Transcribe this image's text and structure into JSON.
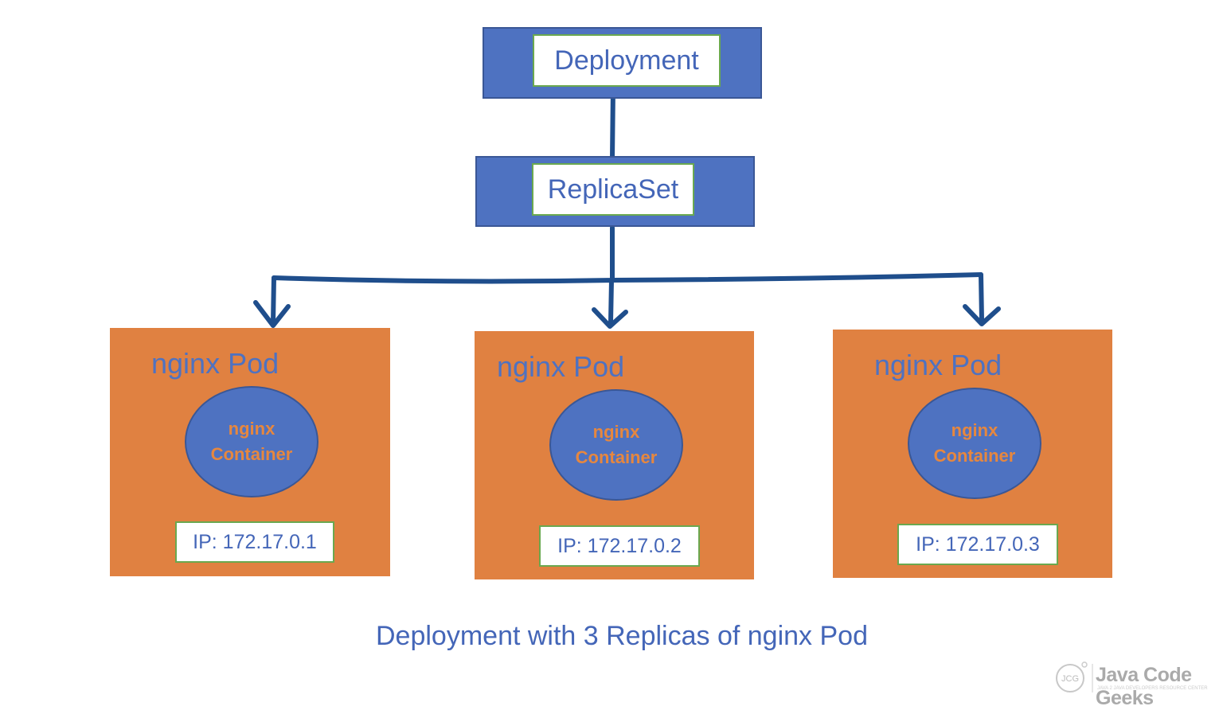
{
  "deployment": {
    "label": "Deployment"
  },
  "replicaset": {
    "label": "ReplicaSet"
  },
  "pods": [
    {
      "title": "nginx Pod",
      "container_line1": "nginx",
      "container_line2": "Container",
      "ip": "IP: 172.17.0.1"
    },
    {
      "title": "nginx Pod",
      "container_line1": "nginx",
      "container_line2": "Container",
      "ip": "IP: 172.17.0.2"
    },
    {
      "title": "nginx Pod",
      "container_line1": "nginx",
      "container_line2": "Container",
      "ip": "IP: 172.17.0.3"
    }
  ],
  "caption": "Deployment with 3 Replicas of nginx Pod",
  "logo": {
    "text": "Java Code Geeks",
    "tagline": "JAVA 2 JAVA DEVELOPERS RESOURCE CENTER",
    "mark": "JCG"
  },
  "colors": {
    "box_blue": "#4e72c1",
    "pod_orange": "#e08141",
    "connector_navy": "#1f4e8c",
    "label_border_green": "#6aa84f",
    "text_blue": "#4466b8"
  }
}
